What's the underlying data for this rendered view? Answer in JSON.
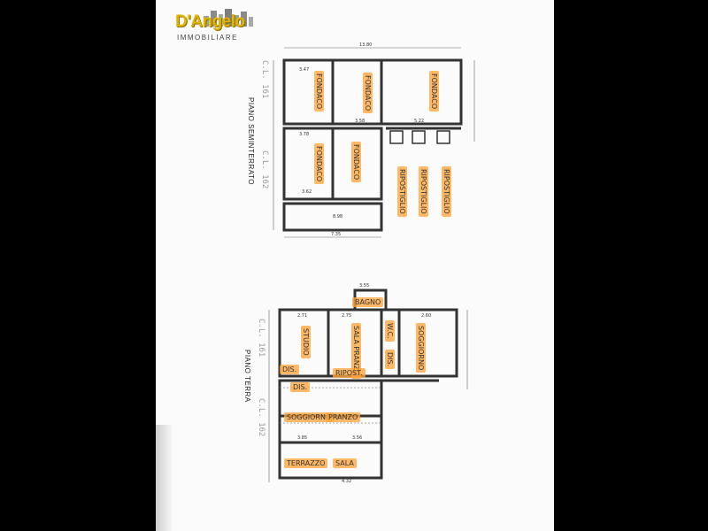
{
  "logo": {
    "name": "D'Angelo",
    "sub": "IMMOBILIARE"
  },
  "floors": [
    {
      "title": "PIANO  SEMINTERRATO",
      "handnotes": [
        "C.L. 161",
        "C.L. 162"
      ],
      "rooms": [
        "FONDACO",
        "FONDACO",
        "FONDACO",
        "FONDACO",
        "FONDACO",
        "RIPOSTIGLIO",
        "RIPOSTIGLIO",
        "RIPOSTIGLIO"
      ]
    },
    {
      "title": "PIANO  TERRA",
      "handnotes": [
        "C.L. 161",
        "C.L. 162"
      ],
      "rooms": [
        "STUDIO",
        "SALA PRANZO",
        "W.C.",
        "SOGGIORNO",
        "DIS.",
        "DIS.",
        "DIS.",
        "RIPOST.",
        "BAGNO",
        "SOGGIORNO",
        "PRANZO",
        "SALA",
        "TERRAZZO"
      ]
    }
  ],
  "dims": [
    "13.80",
    "3.47",
    "3.58",
    "5.22",
    "3.78",
    "3.62",
    "8.98",
    "7.35",
    "3.55",
    "2.71",
    "2.75",
    "2.60",
    "3.85",
    "3.56",
    "4.32"
  ]
}
